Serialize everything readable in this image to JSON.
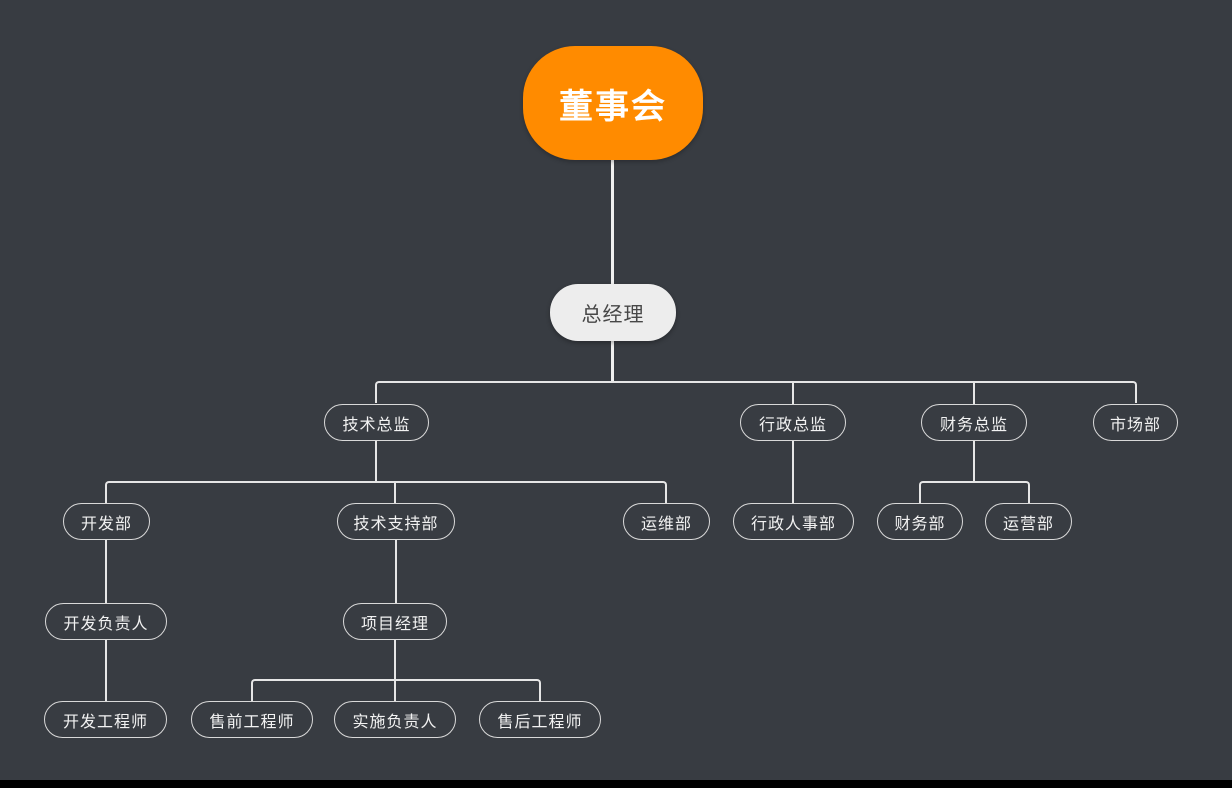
{
  "diagram": {
    "type": "org-chart",
    "colors": {
      "background": "#383c42",
      "root_fill": "#ff8b00",
      "root_text": "#ffffff",
      "gm_fill": "#ededed",
      "gm_text": "#474747",
      "node_border": "#d9d9d9",
      "node_text": "#f2f2f2",
      "connector": "#e6e6e6",
      "bottom_bar": "#000000"
    }
  },
  "nodes": {
    "board": {
      "label": "董事会"
    },
    "gm": {
      "label": "总经理"
    },
    "tech_director": {
      "label": "技术总监"
    },
    "admin_director": {
      "label": "行政总监"
    },
    "finance_director": {
      "label": "财务总监"
    },
    "market_dept": {
      "label": "市场部"
    },
    "dev_dept": {
      "label": "开发部"
    },
    "tech_support_dept": {
      "label": "技术支持部"
    },
    "ops_dept": {
      "label": "运维部"
    },
    "admin_hr_dept": {
      "label": "行政人事部"
    },
    "finance_dept": {
      "label": "财务部"
    },
    "operation_dept": {
      "label": "运营部"
    },
    "dev_lead": {
      "label": "开发负责人"
    },
    "project_manager": {
      "label": "项目经理"
    },
    "dev_engineer": {
      "label": "开发工程师"
    },
    "presales_engineer": {
      "label": "售前工程师"
    },
    "impl_lead": {
      "label": "实施负责人"
    },
    "aftersales_engineer": {
      "label": "售后工程师"
    }
  },
  "edges": [
    [
      "board",
      "gm"
    ],
    [
      "gm",
      "tech_director"
    ],
    [
      "gm",
      "admin_director"
    ],
    [
      "gm",
      "finance_director"
    ],
    [
      "gm",
      "market_dept"
    ],
    [
      "tech_director",
      "dev_dept"
    ],
    [
      "tech_director",
      "tech_support_dept"
    ],
    [
      "tech_director",
      "ops_dept"
    ],
    [
      "admin_director",
      "admin_hr_dept"
    ],
    [
      "finance_director",
      "finance_dept"
    ],
    [
      "finance_director",
      "operation_dept"
    ],
    [
      "dev_dept",
      "dev_lead"
    ],
    [
      "tech_support_dept",
      "project_manager"
    ],
    [
      "dev_lead",
      "dev_engineer"
    ],
    [
      "project_manager",
      "presales_engineer"
    ],
    [
      "project_manager",
      "impl_lead"
    ],
    [
      "project_manager",
      "aftersales_engineer"
    ]
  ]
}
